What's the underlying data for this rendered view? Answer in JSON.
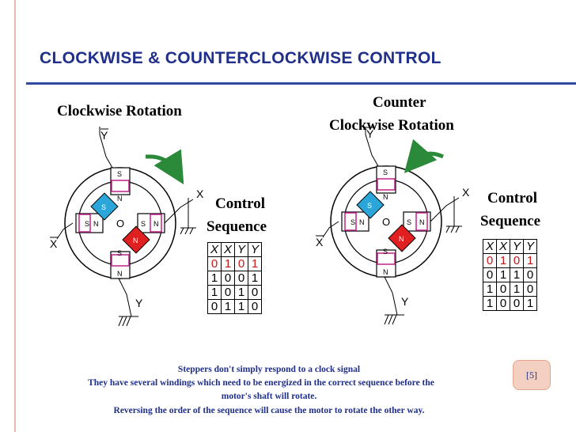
{
  "slide": {
    "title": "CLOCKWISE & COUNTERCLOCKWISE CONTROL",
    "page_number": "[5]"
  },
  "left_panel": {
    "heading": "Clockwise Rotation",
    "control_label_1": "Control",
    "control_label_2": "Sequence",
    "sequence": {
      "header": [
        "X",
        "X",
        "Y",
        "Y"
      ],
      "rows": [
        [
          "0",
          "1",
          "0",
          "1"
        ],
        [
          "1",
          "0",
          "0",
          "1"
        ],
        [
          "1",
          "0",
          "1",
          "0"
        ],
        [
          "0",
          "1",
          "1",
          "0"
        ]
      ]
    }
  },
  "right_panel": {
    "heading_1": "Counter",
    "heading_2": "Clockwise Rotation",
    "control_label_1": "Control",
    "control_label_2": "Sequence",
    "sequence": {
      "header": [
        "X",
        "X",
        "Y",
        "Y"
      ],
      "rows": [
        [
          "0",
          "1",
          "0",
          "1"
        ],
        [
          "0",
          "1",
          "1",
          "0"
        ],
        [
          "1",
          "0",
          "1",
          "0"
        ],
        [
          "1",
          "0",
          "0",
          "1"
        ]
      ]
    }
  },
  "motor_labels": {
    "y": "Y",
    "y_bar": "Y",
    "x": "X",
    "x_bar": "X",
    "pole_s": "S",
    "pole_n": "N",
    "rotor_s": "S",
    "rotor_n": "N",
    "rotor_center": "O"
  },
  "caption": {
    "line1": "Steppers   don't    simply    respond      to     a clock     signal",
    "line2": "They have  several windings    which   need to be energized    in the correct   sequence before the",
    "line3": "motor's     shaft    will    rotate.",
    "line4": "Reversing   the   order of the sequence will cause the motor to rotate the  other    way."
  },
  "colors": {
    "title": "#1f2f8a",
    "rule": "#2e4aa3",
    "arrow": "#2a8a3a",
    "rotor_south": "#2aa7d8",
    "rotor_north": "#e02020",
    "coil": "#c0208a",
    "highlight_row": "#d01414"
  }
}
